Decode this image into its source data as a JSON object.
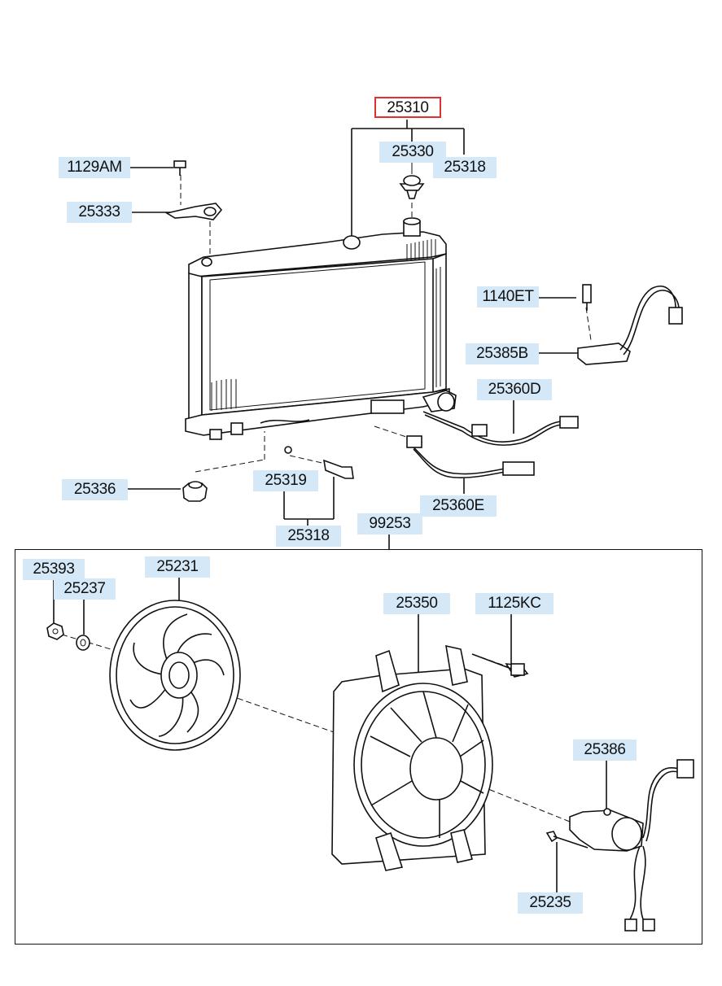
{
  "callouts": {
    "p25310": "25310",
    "p25330": "25330",
    "p25318_top": "25318",
    "p1129AM": "1129AM",
    "p25333": "25333",
    "p1140ET": "1140ET",
    "p25385B": "25385B",
    "p25360D": "25360D",
    "p25336": "25336",
    "p25319": "25319",
    "p25318_bottom": "25318",
    "p25360E": "25360E",
    "p99253": "99253",
    "p25393": "25393",
    "p25237": "25237",
    "p25231": "25231",
    "p25350": "25350",
    "p1125KC": "1125KC",
    "p25386": "25386",
    "p25235": "25235"
  },
  "selected_part": "25310",
  "colors": {
    "label_bg": "#d4e8f8",
    "selected_border": "#e03030",
    "line": "#111111"
  }
}
